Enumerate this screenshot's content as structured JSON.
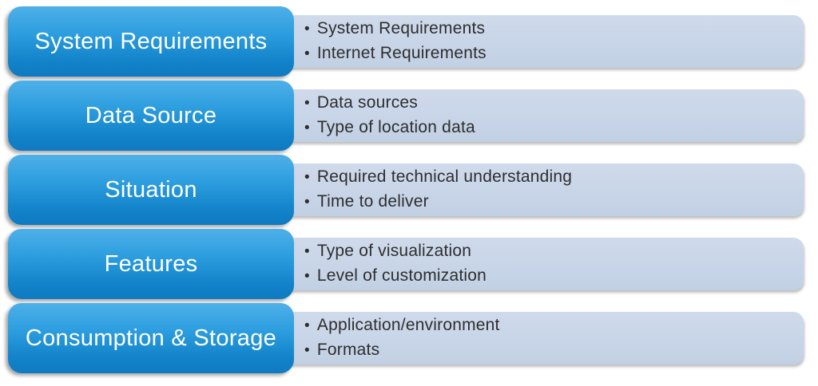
{
  "bullet_glyph": "•",
  "colors": {
    "pill_gradient_top": "#4fb0e8",
    "pill_gradient_bottom": "#0e7ac2",
    "pill_text": "#ffffff",
    "panel_background": "#c8d5e8",
    "panel_text": "#2e2e2e",
    "page_background": "#ffffff"
  },
  "rows": [
    {
      "label": "System Requirements",
      "bullets": [
        "System Requirements",
        "Internet Requirements"
      ]
    },
    {
      "label": "Data Source",
      "bullets": [
        "Data sources",
        "Type of location data"
      ]
    },
    {
      "label": "Situation",
      "bullets": [
        "Required technical understanding",
        "Time to deliver"
      ]
    },
    {
      "label": "Features",
      "bullets": [
        "Type of visualization",
        "Level of customization"
      ]
    },
    {
      "label": "Consumption & Storage",
      "bullets": [
        "Application/environment",
        "Formats"
      ]
    }
  ]
}
